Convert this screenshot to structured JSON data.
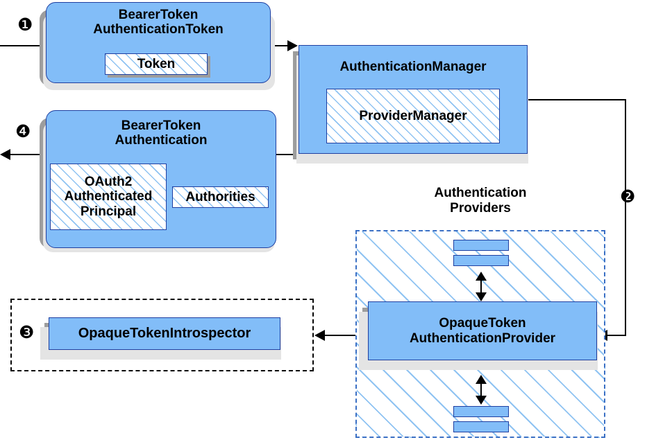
{
  "diagram": {
    "title_bearer_token_authentication_token": "BearerToken\nAuthenticationToken",
    "nodes": {
      "bearer_token_authentication_token": {
        "label_line1": "BearerToken",
        "label_line2": "AuthenticationToken",
        "inner": {
          "token": "Token"
        }
      },
      "authentication_manager": {
        "label": "AuthenticationManager",
        "inner": {
          "provider_manager": "ProviderManager"
        }
      },
      "bearer_token_authentication": {
        "label_line1": "BearerToken",
        "label_line2": "Authentication",
        "inner": {
          "principal_line1": "OAuth2",
          "principal_line2": "Authenticated",
          "principal_line3": "Principal",
          "authorities": "Authorities"
        }
      },
      "opaque_token_authentication_provider": {
        "label_line1": "OpaqueToken",
        "label_line2": "AuthenticationProvider"
      },
      "opaque_token_introspector": {
        "label": "OpaqueTokenIntrospector"
      }
    },
    "groups": {
      "authentication_providers": {
        "label_line1": "Authentication",
        "label_line2": "Providers"
      }
    },
    "step_badges": [
      {
        "id": "step-1",
        "glyph": "❶"
      },
      {
        "id": "step-2",
        "glyph": "❷"
      },
      {
        "id": "step-3",
        "glyph": "❸"
      },
      {
        "id": "step-4",
        "glyph": "❹"
      }
    ],
    "colors": {
      "node_fill": "#82bdf8",
      "node_border": "#1f3fa0",
      "hatch_line": "#8fc3f2",
      "shadow": "#9d9d9d",
      "dashed_black": "#000000",
      "dashed_blue": "#3a6fc4"
    }
  }
}
